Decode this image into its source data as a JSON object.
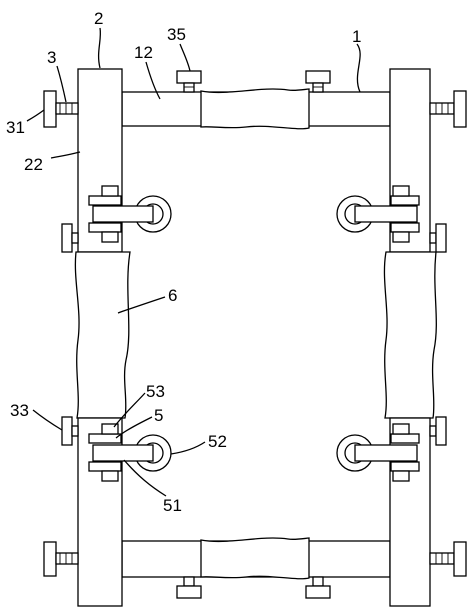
{
  "figure": {
    "labels": [
      {
        "id": "label-2",
        "text": "2"
      },
      {
        "id": "label-35",
        "text": "35"
      },
      {
        "id": "label-1",
        "text": "1"
      },
      {
        "id": "label-3",
        "text": "3"
      },
      {
        "id": "label-12",
        "text": "12"
      },
      {
        "id": "label-31",
        "text": "31"
      },
      {
        "id": "label-22",
        "text": "22"
      },
      {
        "id": "label-6",
        "text": "6"
      },
      {
        "id": "label-53",
        "text": "53"
      },
      {
        "id": "label-5",
        "text": "5"
      },
      {
        "id": "label-33",
        "text": "33"
      },
      {
        "id": "label-52",
        "text": "52"
      },
      {
        "id": "label-51",
        "text": "51"
      }
    ]
  }
}
